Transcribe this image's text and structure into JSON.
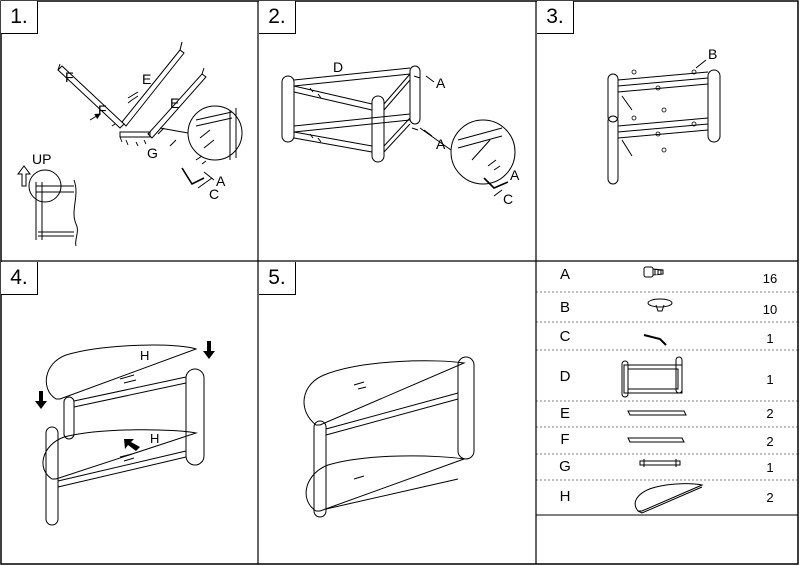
{
  "steps": [
    {
      "number": "1.",
      "labels": [
        "F",
        "E",
        "F",
        "E",
        "G",
        "UP",
        "A",
        "C"
      ]
    },
    {
      "number": "2.",
      "labels": [
        "D",
        "A",
        "A",
        "A",
        "C"
      ]
    },
    {
      "number": "3.",
      "labels": [
        "B"
      ]
    },
    {
      "number": "4.",
      "labels": [
        "H",
        "H"
      ]
    },
    {
      "number": "5.",
      "labels": []
    }
  ],
  "parts": [
    {
      "key": "A",
      "qty": "16",
      "icon": "screw-icon"
    },
    {
      "key": "B",
      "qty": "10",
      "icon": "suction-cup-icon"
    },
    {
      "key": "C",
      "qty": "1",
      "icon": "allen-key-icon"
    },
    {
      "key": "D",
      "qty": "1",
      "icon": "frame-icon"
    },
    {
      "key": "E",
      "qty": "2",
      "icon": "long-bar-icon"
    },
    {
      "key": "F",
      "qty": "2",
      "icon": "long-bar-icon"
    },
    {
      "key": "G",
      "qty": "1",
      "icon": "short-bar-icon"
    },
    {
      "key": "H",
      "qty": "2",
      "icon": "glass-shelf-icon"
    }
  ]
}
